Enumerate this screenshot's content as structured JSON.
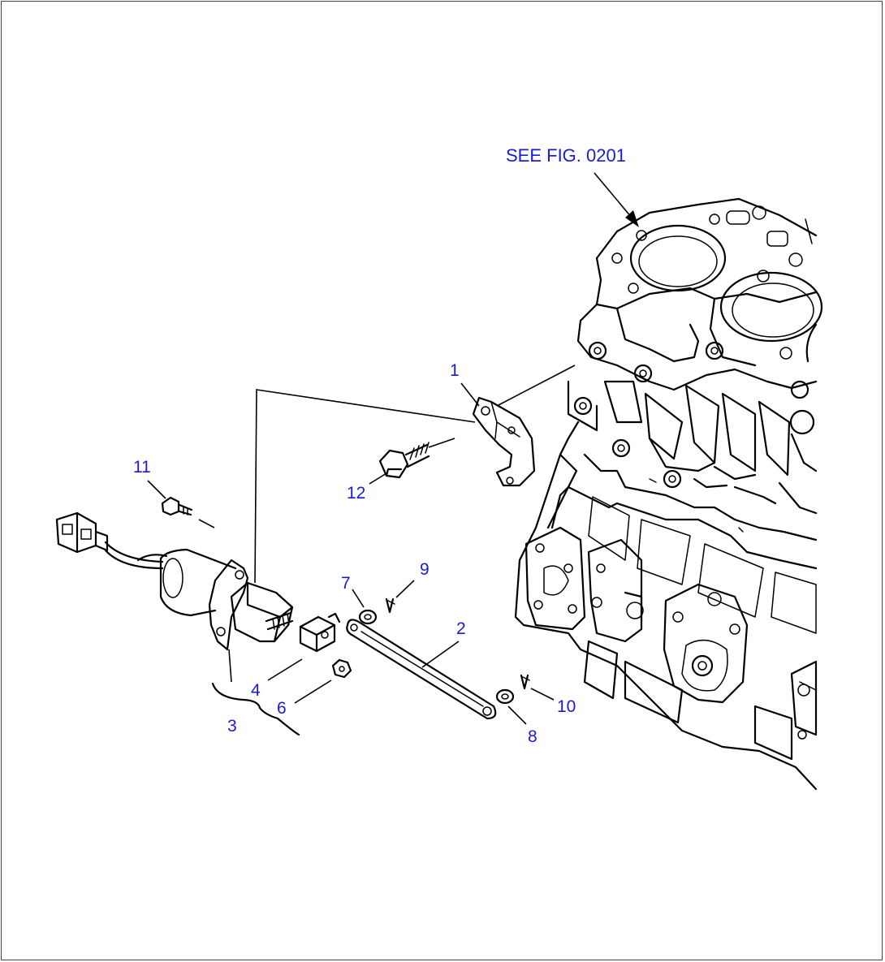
{
  "reference": {
    "text": "SEE FIG. 0201"
  },
  "callouts": [
    {
      "id": "1",
      "label": "1"
    },
    {
      "id": "2",
      "label": "2"
    },
    {
      "id": "3",
      "label": "3"
    },
    {
      "id": "4",
      "label": "4"
    },
    {
      "id": "6",
      "label": "6"
    },
    {
      "id": "7",
      "label": "7"
    },
    {
      "id": "8",
      "label": "8"
    },
    {
      "id": "9",
      "label": "9"
    },
    {
      "id": "10",
      "label": "10"
    },
    {
      "id": "11",
      "label": "11"
    },
    {
      "id": "12",
      "label": "12"
    }
  ],
  "colors": {
    "callout": "#1b1bd6",
    "line": "#000000",
    "frame": "#444444"
  }
}
